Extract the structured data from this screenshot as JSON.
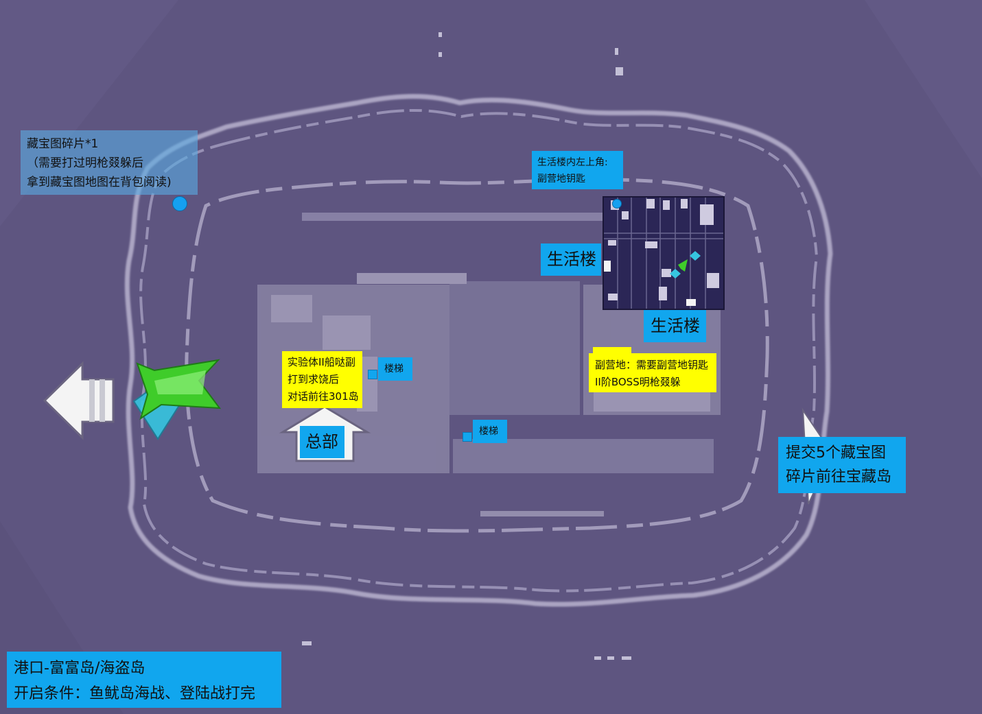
{
  "map": {
    "treasure_note": {
      "lines": [
        "藏宝图碎片*1",
        "（需要打过明枪叕躲后",
        "拿到藏宝图地图在背包阅读)"
      ]
    },
    "living_corner_note": {
      "lines": [
        "生活楼内左上角:",
        "副营地钥匙"
      ]
    },
    "living_building_left": "生活楼",
    "living_building_bottom": "生活楼",
    "experiment_note": {
      "lines": [
        "实验体II船哒副",
        "打到求饶后",
        "对话前往301岛"
      ]
    },
    "stairs_1": "楼梯",
    "stairs_2": "楼梯",
    "hq_label": "总部",
    "sub_camp_note": {
      "lines": [
        "副营地：需要副营地钥匙",
        "II阶BOSS明枪叕躲"
      ]
    },
    "treasure_island_note": {
      "lines": [
        "提交5个藏宝图",
        "碎片前往宝藏岛"
      ]
    },
    "info_panel": {
      "lines": [
        "港口-富富岛/海盗岛",
        "开启条件：鱼鱿岛海战、登陆战打完"
      ]
    }
  },
  "colors": {
    "label_blue": "#11a6ee",
    "label_yellow": "#ffff00",
    "background": "#5e5580",
    "terrain_outline": "#b9b3cf",
    "player_arrow": "#3fcc2a",
    "player_diamond": "#36c6e0"
  },
  "icons": {
    "exit_left": "arrow-left-icon",
    "player": "player-arrow-icon",
    "hq_entrance": "arrow-up-icon",
    "exit_right": "arrow-right-icon"
  }
}
